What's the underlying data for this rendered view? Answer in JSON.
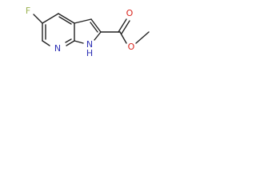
{
  "molecule": {
    "atom_labels": {
      "fluorine": "F",
      "pyridine_nitrogen": "N",
      "pyrrole_nitrogen": "N",
      "pyrrole_hydrogen": "H",
      "carbonyl_oxygen": "O",
      "ester_oxygen": "O"
    },
    "colors": {
      "bond": "#222222",
      "fluorine": "#9ab24f",
      "nitrogen": "#2f32b5",
      "oxygen": "#d9241c"
    }
  }
}
